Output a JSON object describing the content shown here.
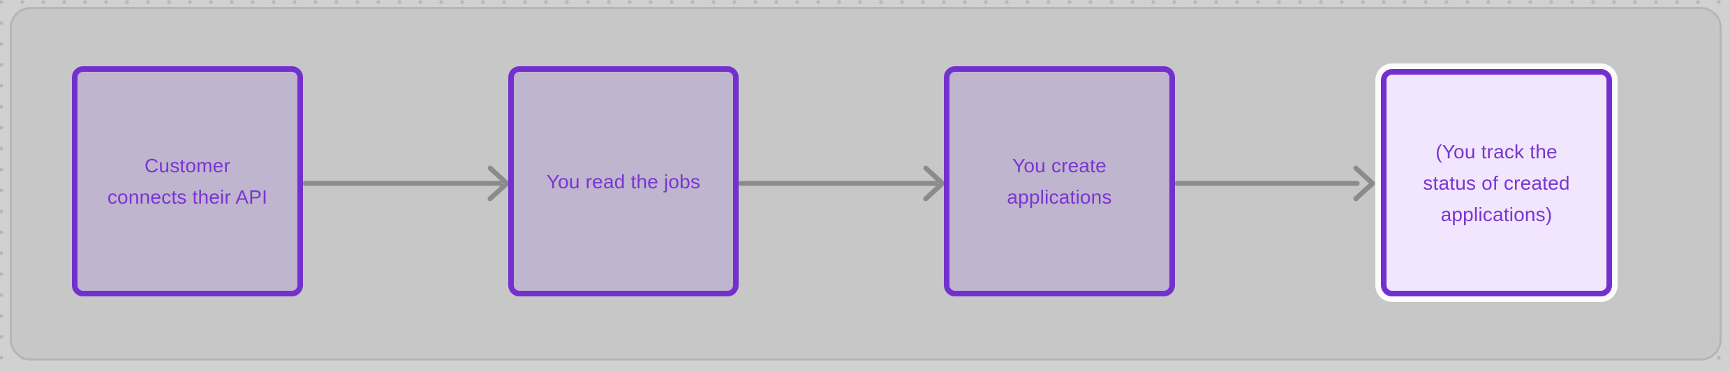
{
  "colors": {
    "canvas_bg": "#d1d1d1",
    "canvas_dot": "#b7b7b7",
    "frame_fill": "#c7c7c7",
    "frame_border": "#b5b5b5",
    "node_fill": "#bfb5ce",
    "node_border": "#7430cf",
    "node_text": "#7a35d2",
    "highlight_node_fill": "#f1e6fd",
    "highlight_ring": "#fbfbfb",
    "arrow": "#8b8b8b"
  },
  "flowchart": {
    "nodes": [
      {
        "id": "step-1",
        "label": "Customer connects their API",
        "lines": [
          "Customer",
          "connects their API"
        ],
        "highlighted": false
      },
      {
        "id": "step-2",
        "label": "You read the jobs",
        "lines": [
          "You read the jobs"
        ],
        "highlighted": false
      },
      {
        "id": "step-3",
        "label": "You create applications",
        "lines": [
          "You create",
          "applications"
        ],
        "highlighted": false
      },
      {
        "id": "step-4",
        "label": "(You track the status of created applications)",
        "lines": [
          "(You track the",
          "status of created",
          "applications)"
        ],
        "highlighted": true
      }
    ],
    "connectors": [
      {
        "from": "step-1",
        "to": "step-2"
      },
      {
        "from": "step-2",
        "to": "step-3"
      },
      {
        "from": "step-3",
        "to": "step-4"
      }
    ]
  }
}
